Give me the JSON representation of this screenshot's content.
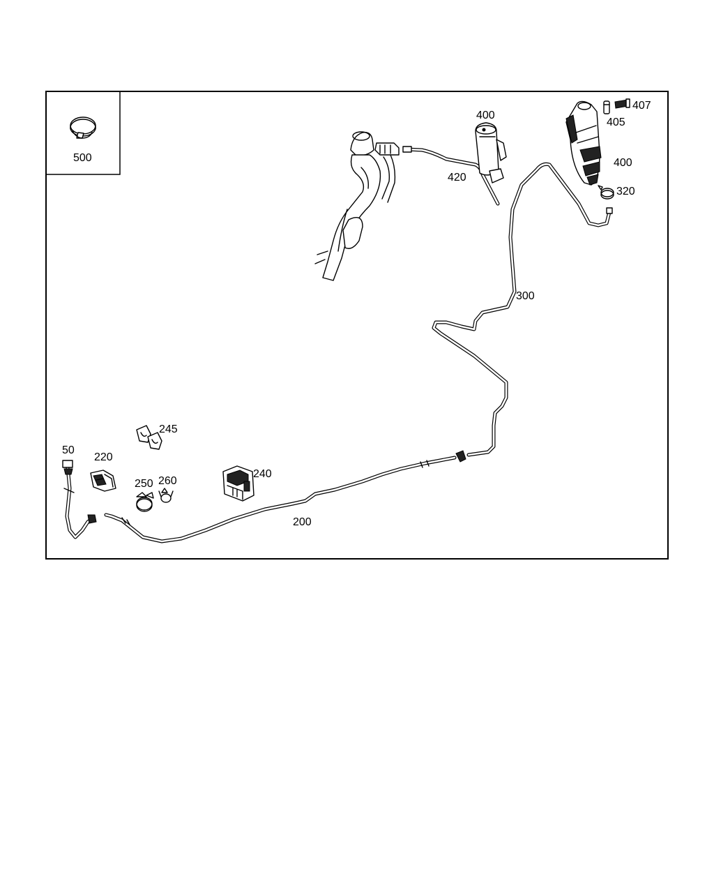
{
  "diagram": {
    "labels": {
      "p500": "500",
      "p400a": "400",
      "p407": "407",
      "p405": "405",
      "p400b": "400",
      "p420": "420",
      "p320": "320",
      "p300": "300",
      "p245": "245",
      "p50": "50",
      "p220": "220",
      "p240": "240",
      "p250": "250",
      "p260": "260",
      "p200": "200"
    }
  }
}
